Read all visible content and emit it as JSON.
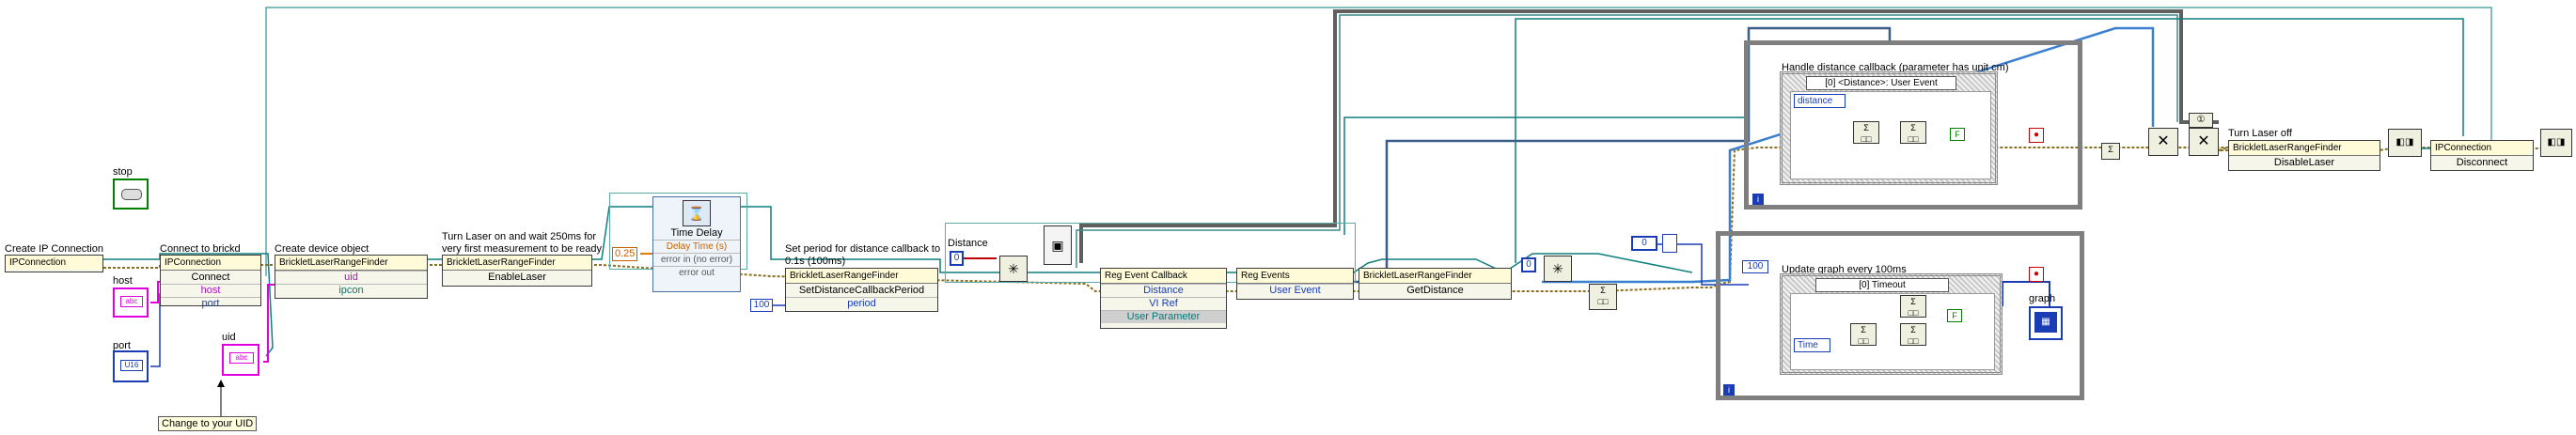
{
  "labels": {
    "create_ip": "Create IP Connection",
    "connect": "Connect to brickd",
    "create_device": "Create device object",
    "laser_comment": "Turn Laser on and wait 250ms for very first measurement to be ready",
    "period_comment": "Set period for distance callback to 0.1s (100ms)",
    "distance": "Distance",
    "stop": "stop",
    "host": "host",
    "port": "port",
    "uid": "uid",
    "change_uid": "Change to your UID",
    "handle_distance": "Handle distance callback (parameter has unit cm)",
    "update_graph": "Update graph every 100ms",
    "graph": "graph",
    "laser_off": "Turn Laser off"
  },
  "nodes": {
    "ipconnection1": {
      "title": "IPConnection"
    },
    "ipconnection2": {
      "title": "IPConnection",
      "method": "Connect",
      "rows": [
        "host",
        "port"
      ]
    },
    "brlf_create": {
      "title": "BrickletLaserRangeFinder",
      "rows": [
        "uid",
        "ipcon"
      ]
    },
    "brlf_enable": {
      "title": "BrickletLaserRangeFinder",
      "method": "EnableLaser"
    },
    "time_delay": {
      "title": "Time Delay",
      "rows": [
        "Delay Time (s)",
        "error in (no error)",
        "error out"
      ]
    },
    "brlf_period": {
      "title": "BrickletLaserRangeFinder",
      "method": "SetDistanceCallbackPeriod",
      "rows": [
        "period"
      ]
    },
    "reg_event_cb": {
      "title": "Reg Event Callback",
      "rows": [
        "Distance",
        "VI Ref",
        "User Parameter"
      ]
    },
    "reg_events": {
      "title": "Reg Events",
      "rows": [
        "User Event"
      ]
    },
    "brlf_getdist": {
      "title": "BrickletLaserRangeFinder",
      "method": "GetDistance"
    },
    "brlf_disable": {
      "title": "BrickletLaserRangeFinder",
      "method": "DisableLaser"
    },
    "ipconnection3": {
      "title": "IPConnection",
      "method": "Disconnect"
    }
  },
  "constants": {
    "delay": "0.25",
    "period": "100",
    "dist_const": "0",
    "graph_const": "100",
    "event_case1": "[0] <Distance>: User Event",
    "event_case2": "[0] Timeout",
    "distance_field": "distance",
    "time_field": "Time",
    "loop_index": "i",
    "zero_a": "0",
    "zero_b": "0"
  },
  "colors": {
    "refnum_wire": "#0f7f7f",
    "error_wire": "#8b6f1f",
    "int_wire": "#1a3db5",
    "string_wire": "#e000e0",
    "dbl_wire": "#e07a00",
    "bool_wire": "#008000",
    "event_wire": "#3a5d8a"
  }
}
